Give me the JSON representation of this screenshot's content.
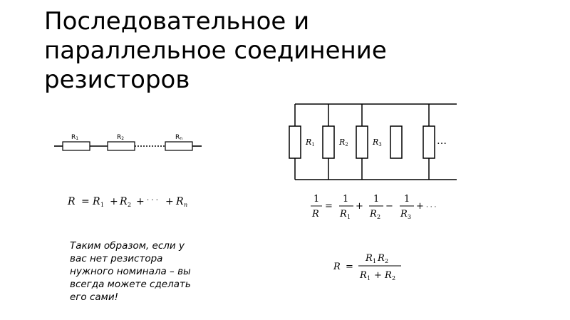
{
  "slide": {
    "title_lines": [
      "Последовательное и",
      "параллельное соединение",
      "резисторов"
    ],
    "note_lines": [
      "Таким образом, если у",
      "вас нет резистора",
      "нужного номинала – вы",
      "всегда можете сделать",
      "его сами!"
    ]
  },
  "series_circuit": {
    "labels": [
      "R",
      "1",
      "R",
      "2",
      "R",
      "n"
    ]
  },
  "parallel_circuit": {
    "labels": [
      "R",
      "1",
      "R",
      "2",
      "R",
      "3"
    ],
    "ellipsis": "…"
  },
  "formulas": {
    "series": {
      "lhs": "R",
      "eq": "=",
      "t1": "R",
      "s1": "1",
      "plus1": "+",
      "t2": "R",
      "s2": "2",
      "plus2": "+",
      "dots": "· · ·",
      "plus3": "+",
      "tn": "R",
      "sn": "n"
    },
    "parallel_sum": {
      "num": "1",
      "den_lhs": "R",
      "eq": "=",
      "n1": "1",
      "d1": "R",
      "d1s": "1",
      "plus1": "+",
      "n2": "1",
      "d2": "R",
      "d2s": "2",
      "minus": "−",
      "n3": "1",
      "d3": "R",
      "d3s": "3",
      "plus2": "+",
      "dots": "· · ·"
    },
    "parallel_two": {
      "lhs": "R",
      "eq": "=",
      "num_a": "R",
      "num_as": "1",
      "num_b": "R",
      "num_bs": "2",
      "den_a": "R",
      "den_as": "1",
      "plus": "+",
      "den_b": "R",
      "den_bs": "2"
    }
  }
}
